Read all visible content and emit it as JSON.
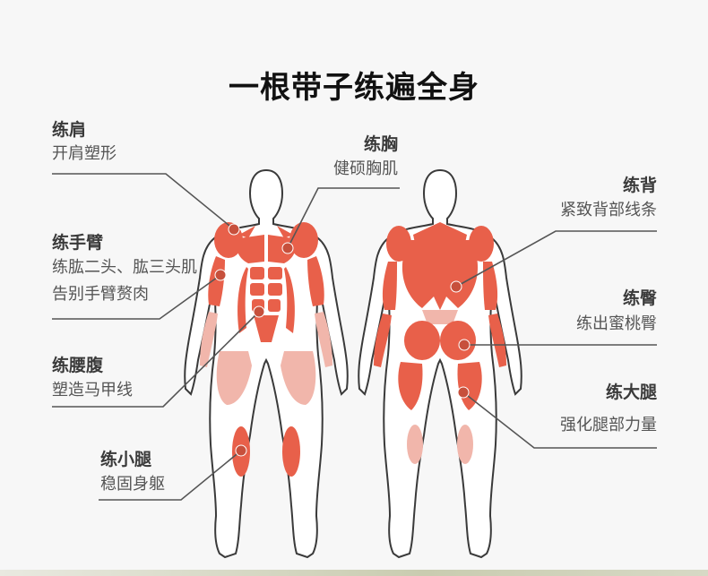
{
  "title": "一根带子练遍全身",
  "labels": {
    "shoulder": {
      "title": "练肩",
      "desc": "开肩塑形"
    },
    "chest": {
      "title": "练胸",
      "desc": "健硕胸肌"
    },
    "arm": {
      "title": "练手臂",
      "desc1": "练肱二头、肱三头肌",
      "desc2": "告别手臂赘肉"
    },
    "waist": {
      "title": "练腰腹",
      "desc": "塑造马甲线"
    },
    "calf": {
      "title": "练小腿",
      "desc": "稳固身躯"
    },
    "back": {
      "title": "练背",
      "desc": "紧致背部线条"
    },
    "glute": {
      "title": "练臀",
      "desc": "练出蜜桃臀"
    },
    "thigh": {
      "title": "练大腿",
      "desc": "强化腿部力量"
    }
  },
  "colors": {
    "muscle": "#e8604a",
    "muscle_light": "#f1b6ab",
    "outline": "#3a3a3a",
    "callout_line": "#555555",
    "dot": "#c7503c"
  }
}
